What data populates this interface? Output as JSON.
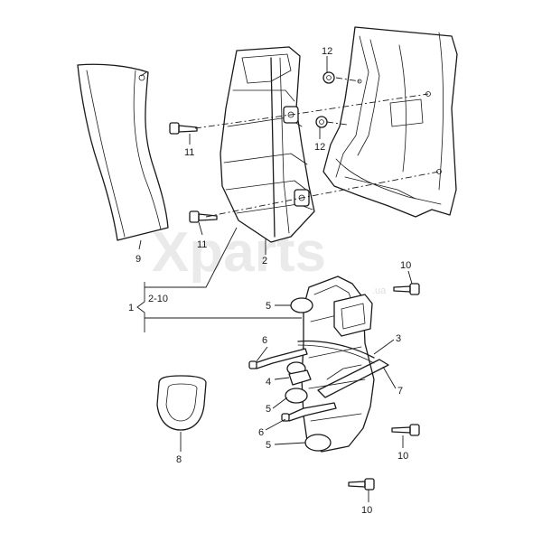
{
  "watermark": {
    "brand": "Xparts",
    "suffix": ".ua"
  },
  "callouts": {
    "c1": "1",
    "c1_range": "2-10",
    "c2": "2",
    "c3": "3",
    "c4": "4",
    "c5a": "5",
    "c5b": "5",
    "c5c": "5",
    "c6a": "6",
    "c6b": "6",
    "c7": "7",
    "c8": "8",
    "c9": "9",
    "c10a": "10",
    "c10b": "10",
    "c10c": "10",
    "c11a": "11",
    "c11b": "11",
    "c12a": "12",
    "c12b": "12"
  },
  "colors": {
    "ink": "#1a1a1a",
    "watermark": "#d9d9d9"
  }
}
